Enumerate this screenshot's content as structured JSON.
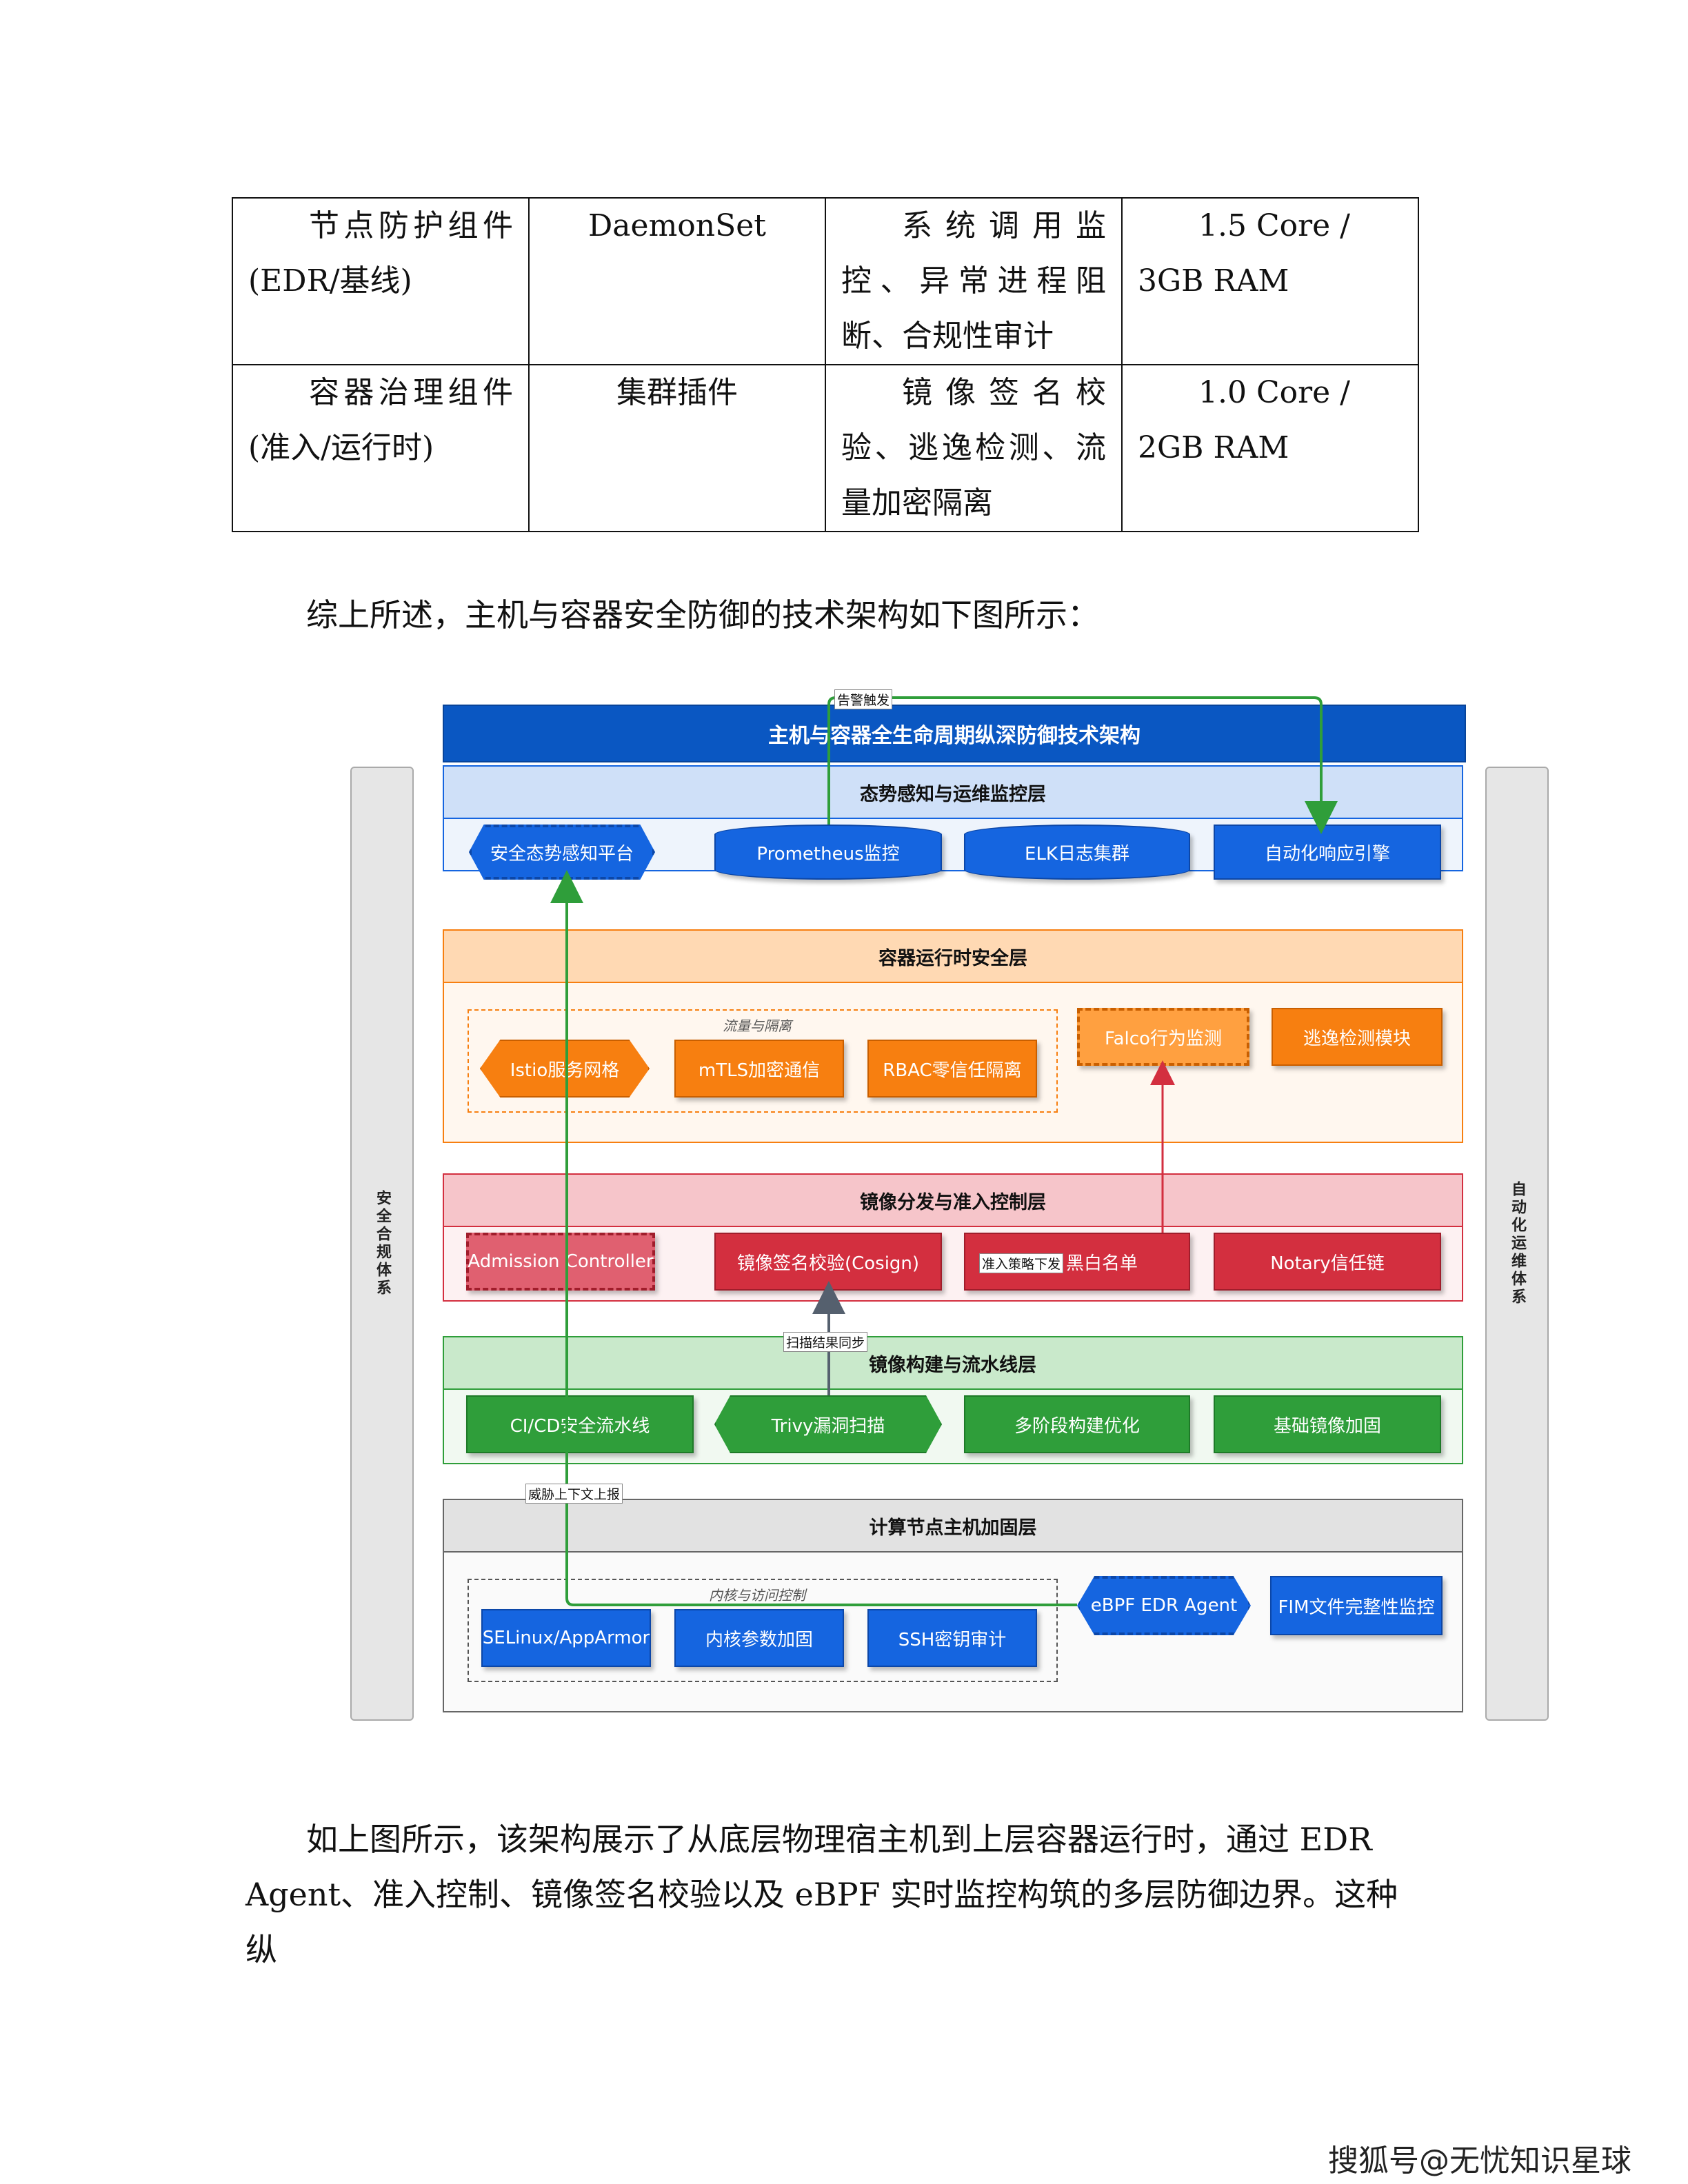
{
  "table": {
    "rows": [
      {
        "component": "节点防护组件(EDR/基线)",
        "deploy": "DaemonSet",
        "function": "系统调用监控、异常进程阻断、合规性审计",
        "resource": "1.5  Core  / 3GB RAM"
      },
      {
        "component": "容器治理组件(准入/运行时)",
        "deploy": "集群插件",
        "function": "镜像签名校验、逃逸检测、流量加密隔离",
        "resource": "1.0  Core  / 2GB RAM"
      }
    ]
  },
  "intro_text": "综上所述，主机与容器安全防御的技术架构如下图所示：",
  "diagram": {
    "title": "主机与容器全生命周期纵深防御技术架构",
    "left_column": "安全合规体系",
    "right_column": "自动化运维体系",
    "edge_labels": {
      "alert": "告警触发",
      "policy": "准入策略下发",
      "scan": "扫描结果同步",
      "threat": "威胁上下文上报"
    },
    "layers": {
      "monitor": {
        "title": "态势感知与运维监控层",
        "nodes": [
          "安全态势感知平台",
          "Prometheus监控",
          "ELK日志集群",
          "自动化响应引擎"
        ]
      },
      "runtime": {
        "title": "容器运行时安全层",
        "group": "流量与隔离",
        "nodes": [
          "Istio服务网格",
          "mTLS加密通信",
          "RBAC零信任隔离",
          "Falco行为监测",
          "逃逸检测模块"
        ]
      },
      "admission": {
        "title": "镜像分发与准入控制层",
        "nodes": [
          "Admission Controller",
          "镜像签名校验(Cosign)",
          "黑白名单",
          "Notary信任链"
        ]
      },
      "build": {
        "title": "镜像构建与流水线层",
        "nodes": [
          "CI/CD安全流水线",
          "Trivy漏洞扫描",
          "多阶段构建优化",
          "基础镜像加固"
        ]
      },
      "host": {
        "title": "计算节点主机加固层",
        "group": "内核与访问控制",
        "nodes": [
          "SELinux/AppArmor",
          "内核参数加固",
          "SSH密钥审计",
          "eBPF EDR Agent",
          "FIM文件完整性监控"
        ]
      }
    },
    "colors": {
      "blue": "#1565e0",
      "orange": "#f77f10",
      "red": "#d32f3f",
      "green": "#2f9e3a",
      "title_bar": "#0a57c2"
    }
  },
  "summary_text": "如上图所示，该架构展示了从底层物理宿主机到上层容器运行时，通过 EDR Agent、准入控制、镜像签名校验以及 eBPF 实时监控构筑的多层防御边界。这种纵",
  "footer": "搜狐号@无忧知识星球"
}
